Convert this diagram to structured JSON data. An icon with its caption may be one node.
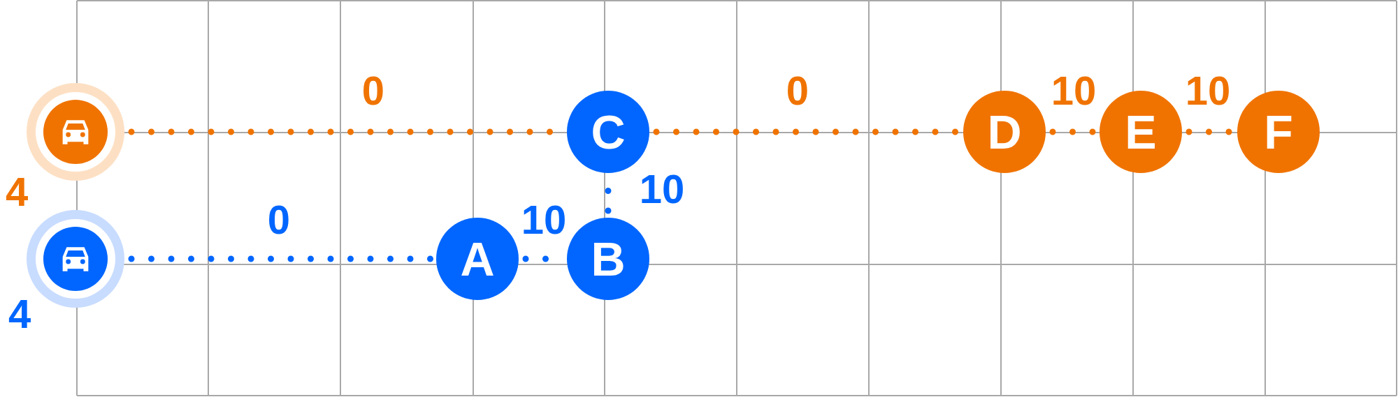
{
  "diagram": {
    "nodes": [
      {
        "text": [],
        "shape": "circle",
        "beside": [
          "4"
        ]
      },
      {
        "text": [],
        "shape": "circle",
        "beside": [
          "4"
        ]
      },
      {
        "text": [
          "A"
        ]
      },
      {
        "text": [
          "B"
        ]
      },
      {
        "text": [
          "C"
        ]
      },
      {
        "text": [
          "D"
        ]
      },
      {
        "text": [
          "E"
        ]
      },
      {
        "text": [
          "F"
        ]
      }
    ],
    "edges": [
      {
        "from": 0,
        "to": 4,
        "arrow": "none",
        "label": "0",
        "style": "dashed"
      },
      {
        "from": 4,
        "to": 5,
        "arrow": "none",
        "label": "0",
        "style": "dashed"
      },
      {
        "from": 5,
        "to": 6,
        "arrow": "none",
        "label": "10",
        "style": "dashed"
      },
      {
        "from": 6,
        "to": 7,
        "arrow": "none",
        "label": "10",
        "style": "dashed"
      },
      {
        "from": 1,
        "to": 2,
        "arrow": "none",
        "label": "0",
        "style": "dashed",
        "color": "#0066ff"
      },
      {
        "from": 2,
        "to": 3,
        "arrow": "none",
        "label": "10",
        "style": "dashed",
        "color": "#0066ff"
      },
      {
        "from": 3,
        "to": 4,
        "arrow": "none",
        "label": "10",
        "style": "dashed",
        "color": "#0066ff"
      }
    ]
  }
}
